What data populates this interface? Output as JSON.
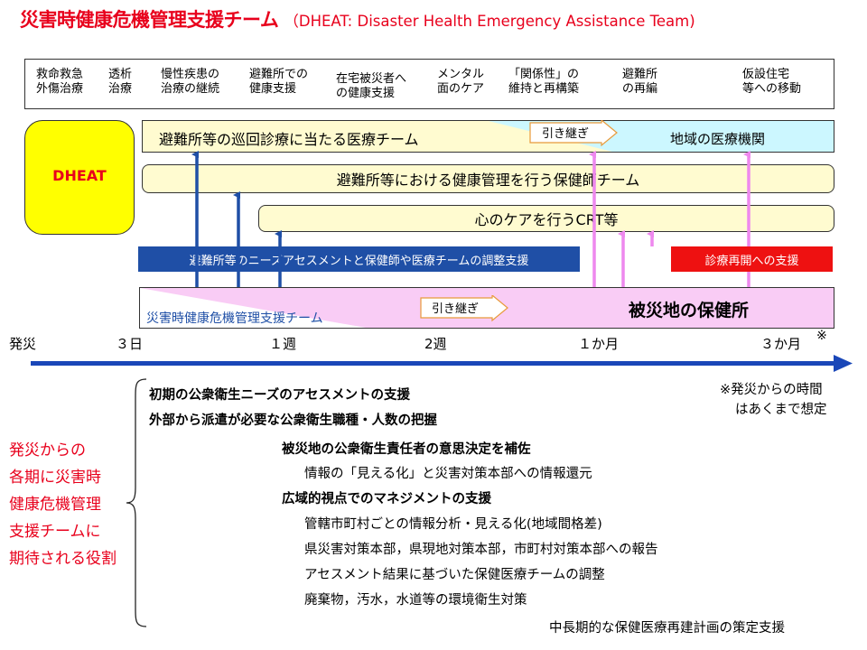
{
  "title": {
    "main": "災害時健康危機管理支援チーム",
    "sub": "（DHEAT: Disaster Health Emergency Assistance Team)"
  },
  "stages": [
    {
      "line1": "救命救急",
      "line2": "外傷治療"
    },
    {
      "line1": "透析",
      "line2": "治療"
    },
    {
      "line1": "慢性疾患の",
      "line2": "治療の継続"
    },
    {
      "line1": "避難所での",
      "line2": "健康支援"
    },
    {
      "line1": "在宅被災者へ",
      "line2": "の健康支援"
    },
    {
      "line1": "メンタル",
      "line2": "面のケア"
    },
    {
      "line1": "「関係性」の",
      "line2": "維持と再構築"
    },
    {
      "line1": "避難所",
      "line2": "の再編"
    },
    {
      "line1": "仮設住宅",
      "line2": "等への移動"
    }
  ],
  "dheat_label": "DHEAT",
  "bars": {
    "clinic_team": "避難所等の巡回診療に当たる医療チーム",
    "local_medical": "地域の医療機関",
    "handover_top": "引き継ぎ",
    "nurse_team": "避難所等における健康管理を行う保健師チーム",
    "crt": "心のケアを行うCRT等",
    "needs_assessment": "避難所等のニーズアセスメントと保健師や医療チームの調整支援",
    "clinic_reopen": "診療再開への支援",
    "dheat_full": "災害時健康危機管理支援チーム",
    "handover_bottom": "引き継ぎ",
    "health_center": "被災地の保健所"
  },
  "timeline": {
    "labels": [
      "発災",
      "３日",
      "１週",
      "2週",
      "１か月",
      "３か月"
    ],
    "asterisk": "※",
    "note_line1": "※発災からの時間",
    "note_line2": "はあくまで想定"
  },
  "roles": {
    "heading_lines": [
      "発災からの",
      "各期に災害時",
      "健康危機管理",
      "支援チームに",
      "期待される役割"
    ],
    "items": [
      "初期の公衆衛生ニーズのアセスメントの支援",
      "外部から派遣が必要な公衆衛生職種・人数の把握",
      "被災地の公衆衛生責任者の意思決定を補佐",
      "情報の「見える化」と災害対策本部への情報還元",
      "広域的視点でのマネジメントの支援",
      "管轄市町村ごとの情報分析・見える化(地域間格差)",
      "県災害対策本部，県現地対策本部，市町村対策本部への報告",
      "アセスメント結果に基づいた保健医療チームの調整",
      "廃棄物，汚水，水道等の環境衛生対策",
      "中長期的な保健医療再建計画の策定支援"
    ]
  },
  "colors": {
    "title_red": "#e8001c",
    "navy": "#1f4fa6",
    "timeline_blue": "#1a47b8",
    "pink_arrow": "#ee88ee",
    "pink_fill": "#f9ccf5",
    "cyan_fill": "#ccf7ff",
    "cream_fill": "#fffbd0",
    "dheat_yellow": "#ffff00"
  }
}
